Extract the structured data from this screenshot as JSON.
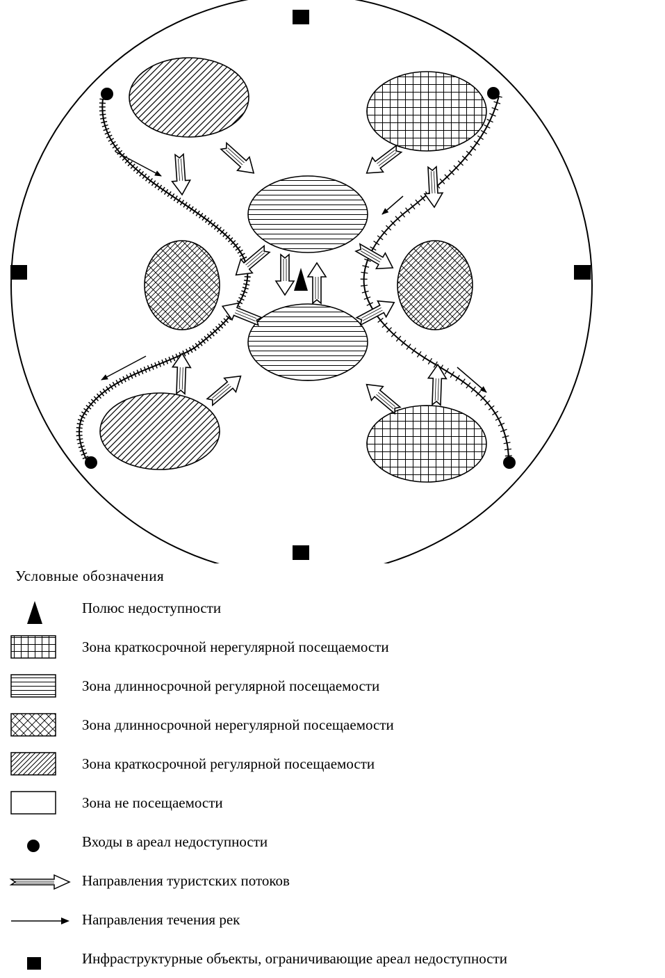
{
  "legend": {
    "title": "Условные обозначения",
    "items": [
      {
        "key": "pole",
        "label": "Полюс недоступности"
      },
      {
        "key": "short-irregular",
        "label": "Зона краткосрочной нерегулярной посещаемости"
      },
      {
        "key": "long-regular",
        "label": "Зона длинносрочной регулярной посещаемости"
      },
      {
        "key": "long-irregular",
        "label": "Зона длинносрочной нерегулярной посещаемости"
      },
      {
        "key": "short-regular",
        "label": "Зона краткосрочной регулярной посещаемости"
      },
      {
        "key": "not-visited",
        "label": "Зона не посещаемости"
      },
      {
        "key": "entry",
        "label": "Входы в  ареал недоступности"
      },
      {
        "key": "tourist-flow",
        "label": "Направления туристских потоков"
      },
      {
        "key": "river-flow",
        "label": "Направления течения рек"
      },
      {
        "key": "infrastructure",
        "label": "Инфраструктурные объекты, ограничивающие ареал недоступности"
      }
    ]
  }
}
